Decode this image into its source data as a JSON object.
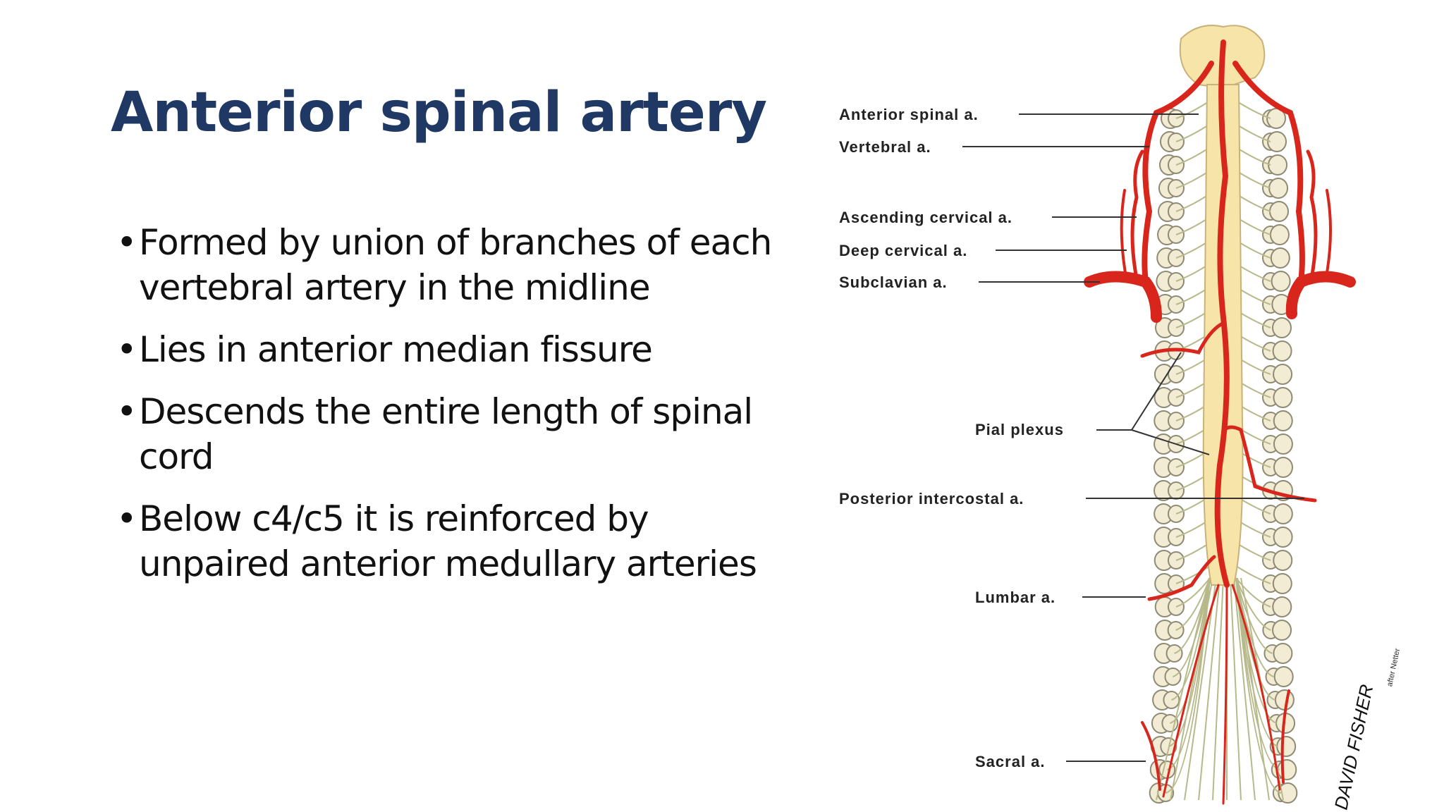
{
  "slide": {
    "title": "Anterior spinal artery",
    "bullets": [
      "Formed by union of branches of each vertebral artery in the midline",
      "Lies in anterior median fissure",
      "Descends the entire length of spinal cord",
      "Below c4/c5 it is reinforced by unpaired anterior medullary arteries"
    ]
  },
  "figure": {
    "labels": {
      "anterior_spinal": "Anterior spinal a.",
      "vertebral": "Vertebral a.",
      "ascending_cervical": "Ascending cervical a.",
      "deep_cervical": "Deep cervical a.",
      "subclavian": "Subclavian a.",
      "pial_plexus": "Pial plexus",
      "posterior_intercostal": "Posterior intercostal a.",
      "lumbar": "Lumbar a.",
      "sacral": "Sacral a."
    },
    "signature": "DAVID FISHER",
    "signature_note": "after Netter",
    "colors": {
      "artery": "#d8261c",
      "cord": "#f7e4a8",
      "leader": "#333333",
      "title": "#1f3864"
    }
  }
}
